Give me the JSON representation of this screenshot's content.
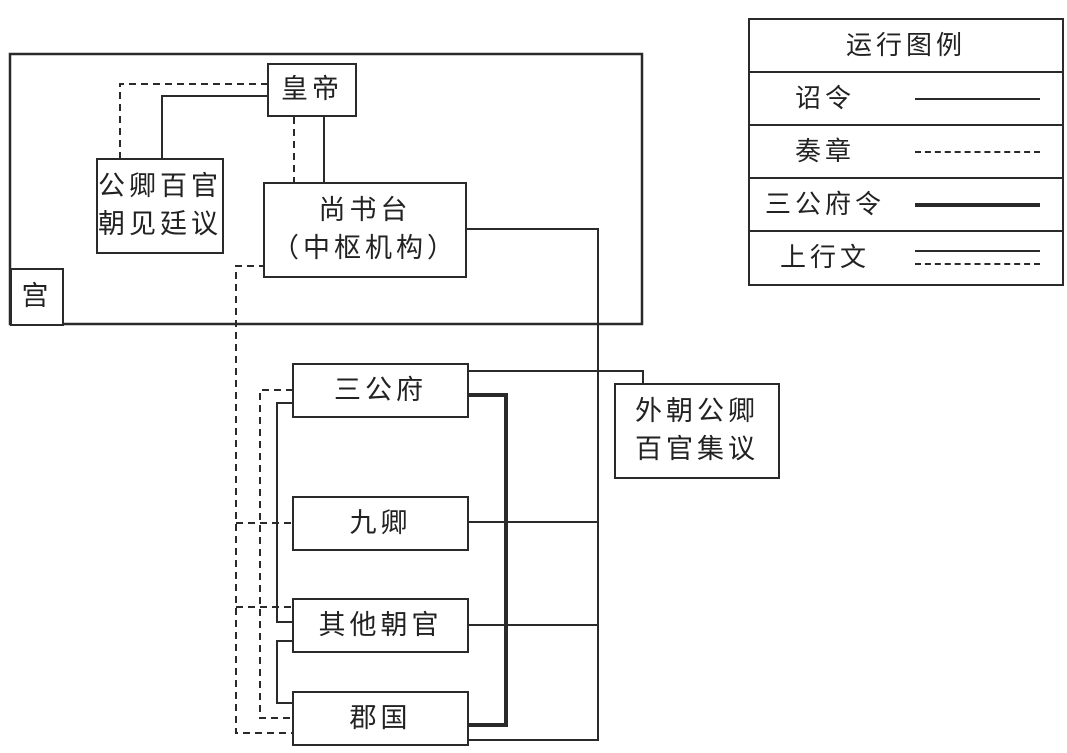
{
  "palace_label": "宫",
  "nodes": {
    "emperor": "皇帝",
    "court_officials": [
      "公卿百官",
      "朝见廷议"
    ],
    "shangshutai": [
      "尚书台",
      "（中枢机构）"
    ],
    "outer_court": [
      "外朝公卿",
      "百官集议"
    ],
    "sangong": "三公府",
    "jiuqing": "九卿",
    "other_officials": "其他朝官",
    "commanderies": "郡国"
  },
  "legend": {
    "title": "运行图例",
    "items": [
      {
        "label": "诏令",
        "style": "solid"
      },
      {
        "label": "奏章",
        "style": "dashed"
      },
      {
        "label": "三公府令",
        "style": "thick"
      },
      {
        "label": "上行文",
        "style": "solid-over-dashed"
      }
    ]
  },
  "colors": {
    "line": "#2a2a2a",
    "background": "#ffffff"
  }
}
